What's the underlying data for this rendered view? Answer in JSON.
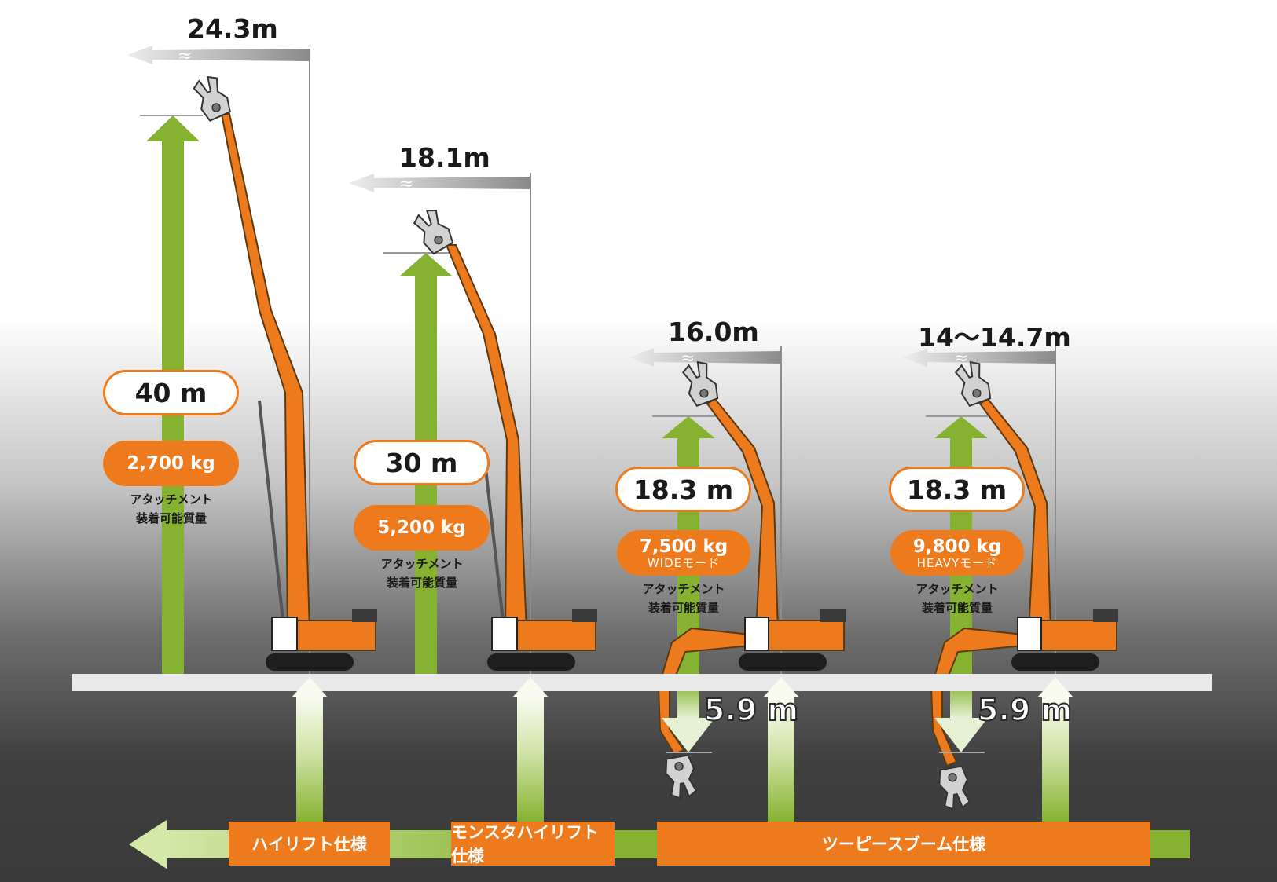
{
  "machines": [
    {
      "reach": "24.3m",
      "height": "40 m",
      "capacity": "2,700 kg",
      "mode": "",
      "caption_line1": "アタッチメント",
      "caption_line2": "装着可能質量"
    },
    {
      "reach": "18.1m",
      "height": "30 m",
      "capacity": "5,200 kg",
      "mode": "",
      "caption_line1": "アタッチメント",
      "caption_line2": "装着可能質量"
    },
    {
      "reach": "16.0m",
      "height": "18.3 m",
      "capacity": "7,500 kg",
      "mode": "WIDEモード",
      "caption_line1": "アタッチメント",
      "caption_line2": "装着可能質量",
      "depth": "5.9 m"
    },
    {
      "reach": "14〜14.7m",
      "height": "18.3 m",
      "capacity": "9,800 kg",
      "mode": "HEAVYモード",
      "caption_line1": "アタッチメント",
      "caption_line2": "装着可能質量",
      "depth": "5.9 m"
    }
  ],
  "specs": [
    {
      "label": "ハイリフト仕様"
    },
    {
      "label": "モンスタハイリフト仕様"
    },
    {
      "label": "ツーピースブーム仕様"
    }
  ],
  "colors": {
    "machine_orange": "#ee7a1e",
    "arrow_green": "#86b232",
    "track_black": "#1e1e1e"
  }
}
